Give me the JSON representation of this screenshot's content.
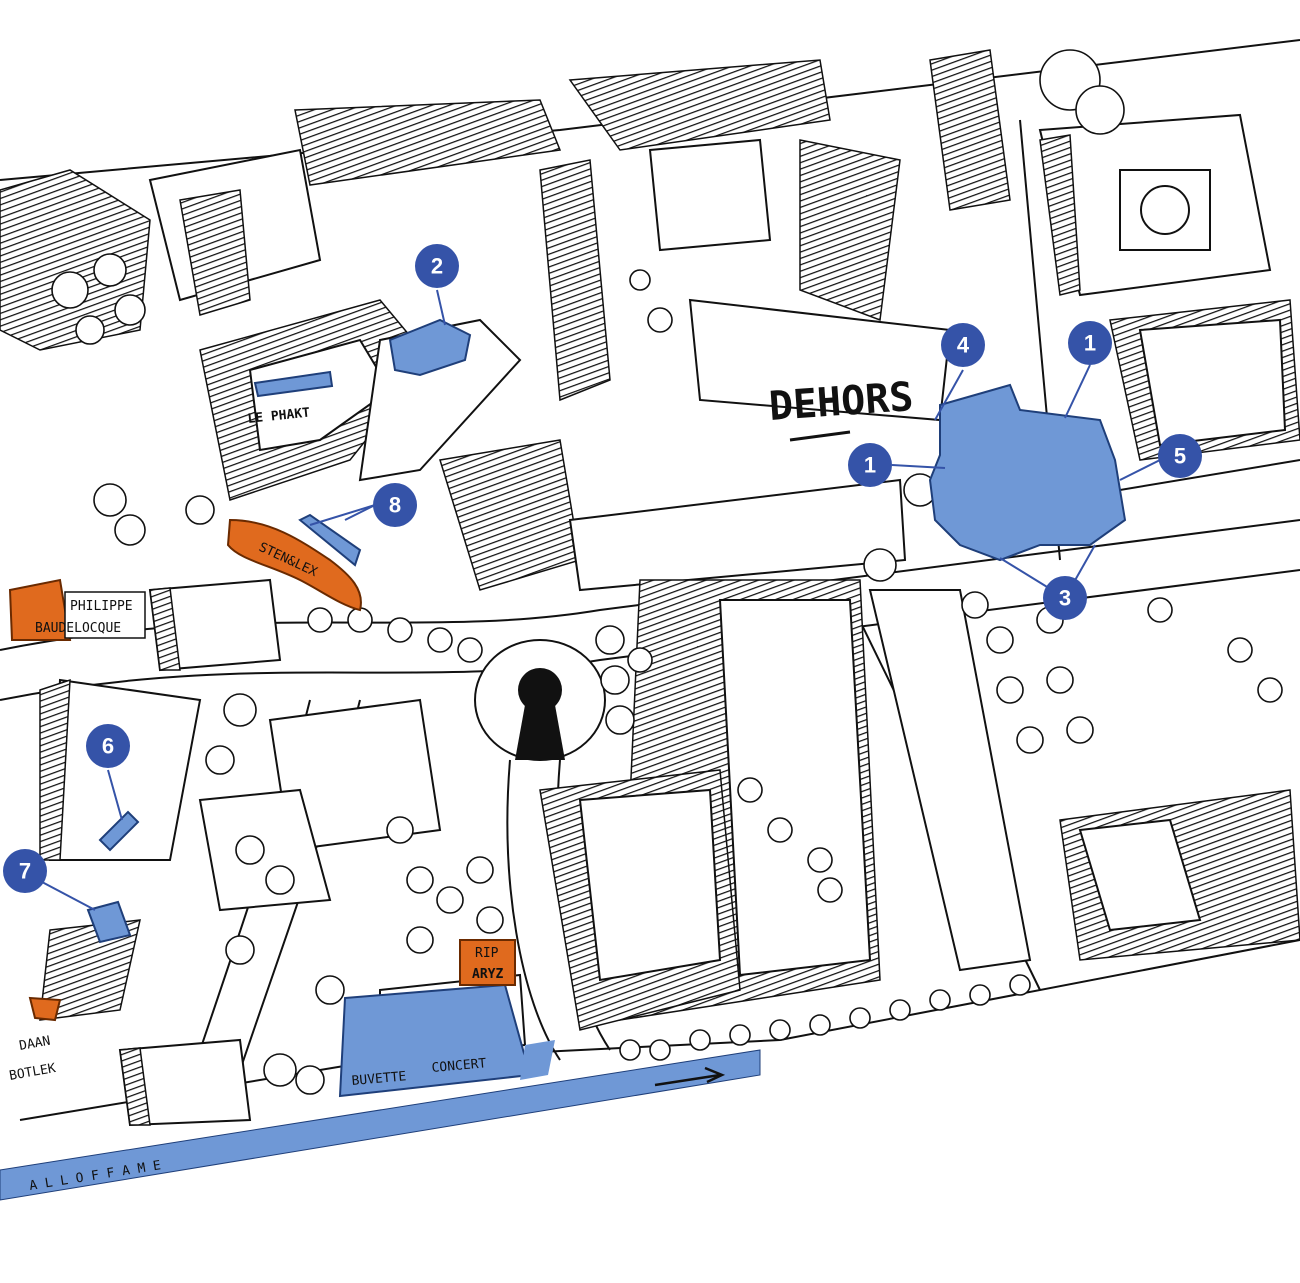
{
  "map": {
    "labels": {
      "dehors": "DEHORS",
      "le_phakt": "LE PHAKT",
      "sten_lex": "STEN&LEX",
      "philippe": "PHILIPPE",
      "baudelocque": "BAUDELOCQUE",
      "buvette": "BUVETTE",
      "concert": "CONCERT",
      "rip": "RIP",
      "aryz": "ARYZ",
      "daan": "DAAN",
      "botlek": "BOTLEK",
      "wall_of_fame": "A L L   O F   F A M E"
    },
    "markers": [
      {
        "id": "m1a",
        "label": "1"
      },
      {
        "id": "m1b",
        "label": "1"
      },
      {
        "id": "m2",
        "label": "2"
      },
      {
        "id": "m3",
        "label": "3"
      },
      {
        "id": "m4",
        "label": "4"
      },
      {
        "id": "m5",
        "label": "5"
      },
      {
        "id": "m6",
        "label": "6"
      },
      {
        "id": "m7",
        "label": "7"
      },
      {
        "id": "m8",
        "label": "8"
      }
    ],
    "colors": {
      "marker": "#3553a8",
      "highlight_blue": "#6f98d6",
      "highlight_orange": "#e06a1e",
      "ink": "#111111",
      "paper": "#ffffff"
    }
  }
}
